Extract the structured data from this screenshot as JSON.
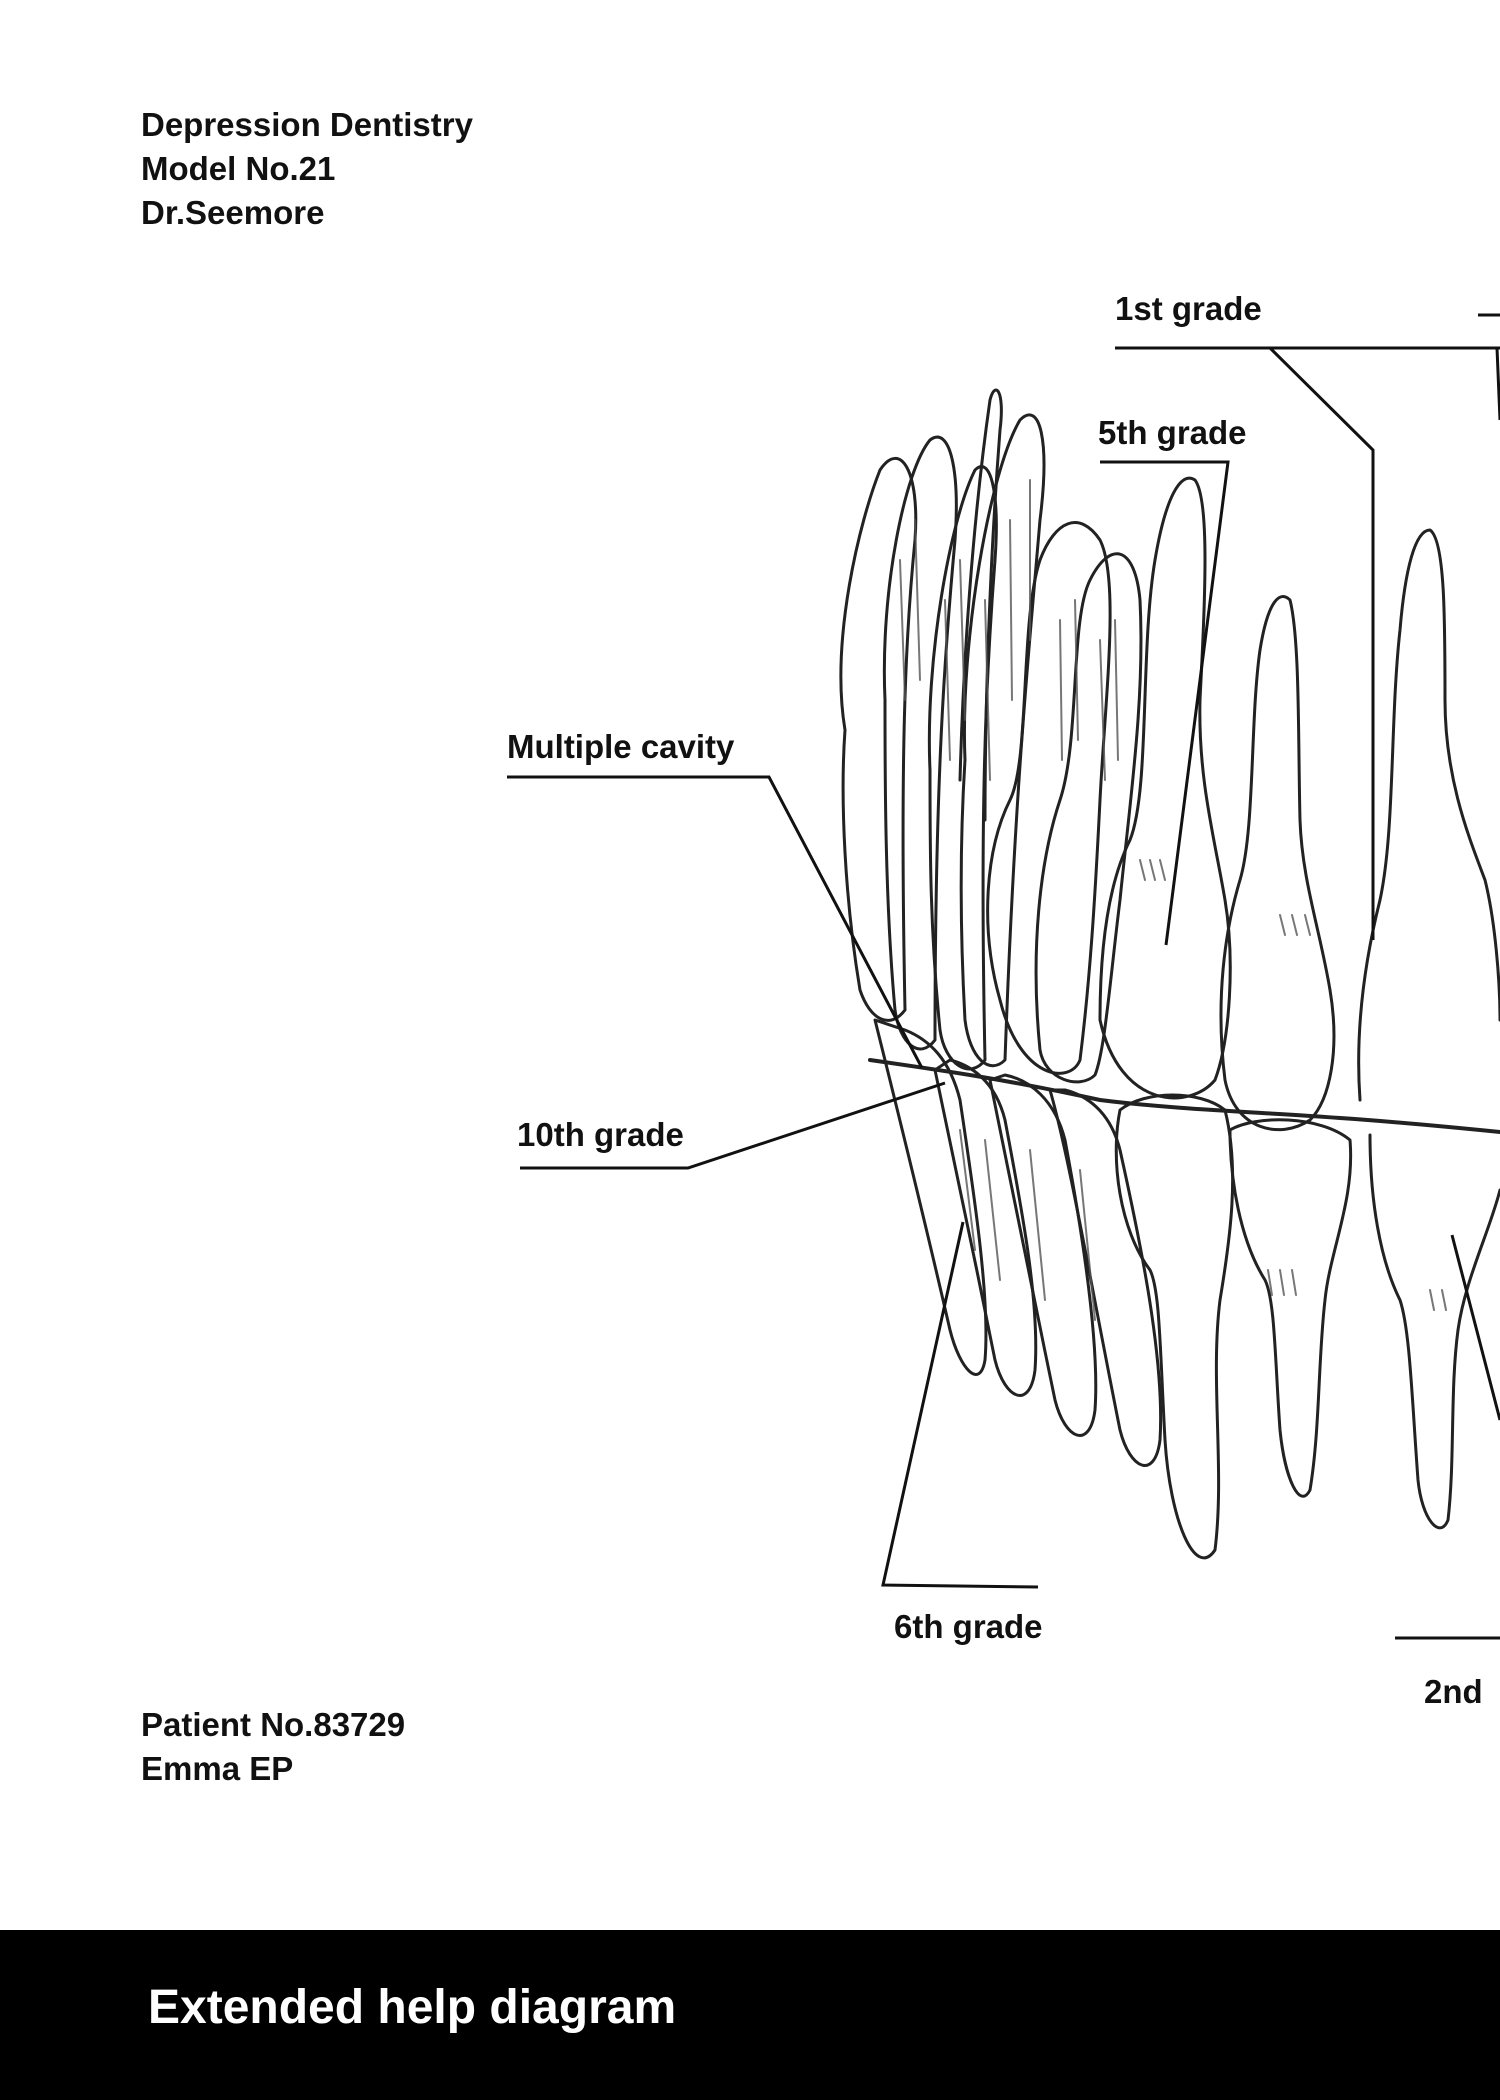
{
  "header": {
    "clinic": "Depression Dentistry",
    "model": "Model No.21",
    "doctor": "Dr.Seemore"
  },
  "patient": {
    "number": "Patient No.83729",
    "name": "Emma EP"
  },
  "diagram": {
    "labels": {
      "first_grade": "1st grade",
      "fifth_grade": "5th grade",
      "multiple_cavity": "Multiple cavity",
      "tenth_grade": "10th grade",
      "sixth_grade": "6th grade",
      "second_grade_partial": "2nd"
    }
  },
  "footer": {
    "title": "Extended help diagram"
  },
  "colors": {
    "ink": "#111111",
    "footer_bg": "#000000",
    "footer_text": "#ffffff"
  }
}
